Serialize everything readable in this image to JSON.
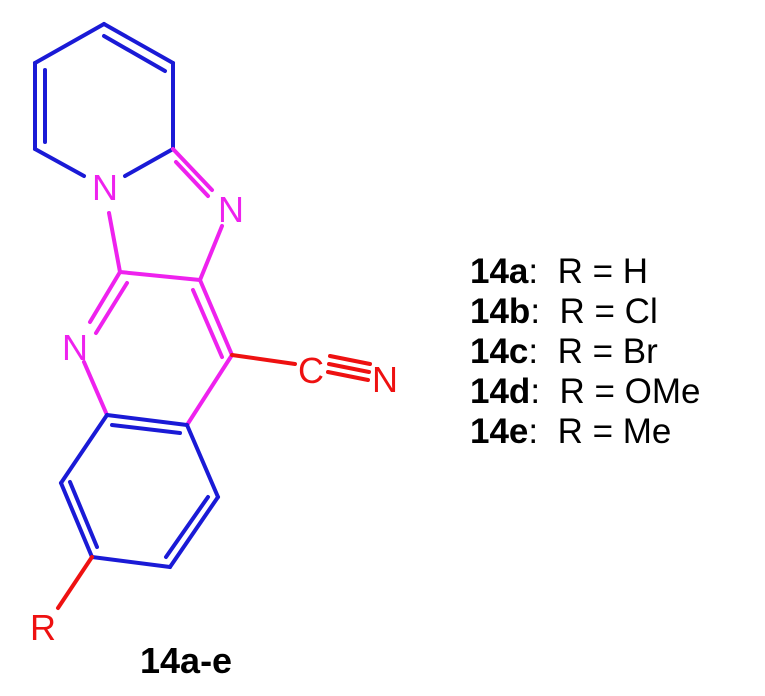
{
  "figure": {
    "type": "chemical-structure",
    "compound_label": "14a-e",
    "colors": {
      "ring_bonds": "#1a1ad6",
      "core_bonds": "#ee22ee",
      "substituents": "#ee1111",
      "text": "#000000"
    },
    "atoms": {
      "n_bridge": "N",
      "n_imidazole": "N",
      "n_quinoline": "N",
      "nitrile_c": "C",
      "nitrile_n": "N",
      "r_group": "R"
    }
  },
  "legend": [
    {
      "id": "14a",
      "sep": ":",
      "text": "R = H"
    },
    {
      "id": "14b",
      "sep": ":",
      "text": "R = Cl"
    },
    {
      "id": "14c",
      "sep": ":",
      "text": "R = Br"
    },
    {
      "id": "14d",
      "sep": ":",
      "text": "R = OMe"
    },
    {
      "id": "14e",
      "sep": ":",
      "text": "R = Me"
    }
  ]
}
